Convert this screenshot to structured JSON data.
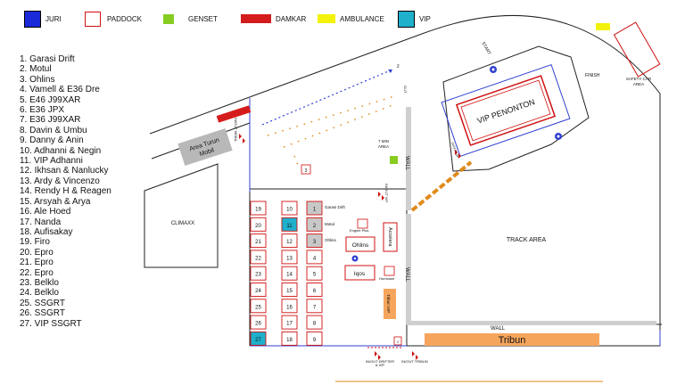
{
  "legend": [
    {
      "label": "JURI",
      "color": "#1a2ad8",
      "border": "#000000"
    },
    {
      "label": "PADDOCK",
      "color": "#ffffff",
      "border": "#d01010"
    },
    {
      "label": "GENSET",
      "color": "#88cc22",
      "border": "#88cc22"
    },
    {
      "label": "DAMKAR",
      "color": "#d41c1c",
      "border": "#d41c1c"
    },
    {
      "label": "AMBULANCE",
      "color": "#f2f20a",
      "border": "#f2f20a"
    },
    {
      "label": "VIP",
      "color": "#1fb0cc",
      "border": "#000000"
    }
  ],
  "paddock_list": [
    "1. Garasi Drift",
    "2. Motul",
    "3. Ohlins",
    "4. Vamell & E36 Dre",
    "5. E46 J99XAR",
    "6. E36 JPX",
    "7. E36 J99XAR",
    "8. Davin & Umbu",
    "9. Danny & Anin",
    "10. Adhanni & Negin",
    "11. VIP Adhanni",
    "12. Ikhsan & Nanlucky",
    "13. Ardy & Vincenzo",
    "14. Rendy H & Reagen",
    "15. Arsyah & Arya",
    "16. Ale Hoed",
    "17. Nanda",
    "18. Aufisakay",
    "19. Firo",
    "20. Epro",
    "21. Epro",
    "22. Epro",
    "23. Belklo",
    "24. Belklo",
    "25. SSGRT",
    "26. SSGRT",
    "27. VIP SSGRT"
  ],
  "map": {
    "vip_penonton": "VIP PENONTON",
    "track_area": "TRACK AREA",
    "climaxx": "CLIMAXX",
    "area_turun_mobil": [
      "Area Turun",
      "Mobil"
    ],
    "tribun": "Tribun",
    "tribun_vip": "Tribun VIP",
    "wall": "WALL",
    "start": "START",
    "finish": "FINISH",
    "safety_car_area": [
      "SAFETY CAR",
      "AREA"
    ],
    "seven_min_area": [
      "7 MIN",
      "AREA"
    ],
    "out": "OUT",
    "in": "IN",
    "inout_mobil": "IN/OUT MOBIL",
    "inout_vip": "IN/OUT VIP",
    "inout_drifter": [
      "IN/OUT DRIFTER",
      "& VIP"
    ],
    "inout_tribun": "IN/OUT TRIBUN",
    "garasi_drift": "Garasi Drift",
    "motul": "Motul",
    "ohlins": "Ohlins",
    "ohlins_booth": "Ohlins",
    "engine_plus": "Engine Plus",
    "accelera": "Accelera",
    "iqos": "Iqos",
    "hurricane": "Hurricane",
    "small_box": "3",
    "small_box_b": "2"
  },
  "paddock_col_left": [
    "19",
    "20",
    "21",
    "22",
    "23",
    "24",
    "25",
    "26",
    "27"
  ],
  "paddock_col_mid": [
    "10",
    "11",
    "12",
    "13",
    "14",
    "15",
    "16",
    "17",
    "18"
  ],
  "paddock_col_right": [
    "1",
    "2",
    "3",
    "4",
    "5",
    "6",
    "7",
    "8",
    "9"
  ]
}
